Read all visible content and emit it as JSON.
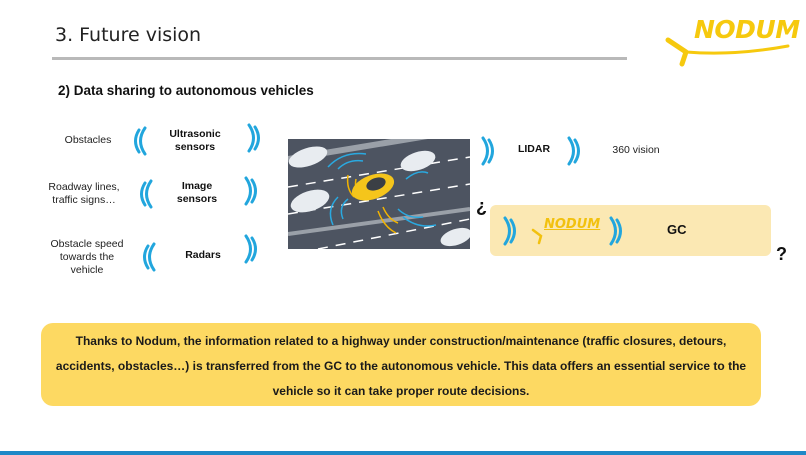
{
  "header": {
    "title": "3. Future vision"
  },
  "logo": {
    "text": "NODUM",
    "color": "#f6c90e"
  },
  "section": {
    "subtitle": "2) Data sharing to autonomous vehicles"
  },
  "sensors": {
    "left_items": [
      {
        "data": "Obstacles",
        "sensor": "Ultrasonic sensors"
      },
      {
        "data": "Roadway lines, traffic signs…",
        "sensor": "Image sensors"
      },
      {
        "data": "Obstacle speed towards the vehicle",
        "sensor": "Radars"
      }
    ],
    "lidar": {
      "sensor": "LIDAR",
      "data": "360 vision"
    }
  },
  "gc_panel": {
    "logo_text": "NODUM",
    "label": "GC",
    "question_open": "¿",
    "question_close": "?"
  },
  "note": {
    "text": "Thanks to Nodum, the information related to a highway under construction/maintenance (traffic closures, detours, accidents, obstacles…) is transferred from the GC to the autonomous vehicle. This data offers an essential service to the vehicle so it can take proper route decisions."
  },
  "colors": {
    "accent_blue": "#22a6dd",
    "highlight_yellow": "#fdd962",
    "pale_yellow": "#fbe8b3",
    "bottom_bar": "#1e88c7"
  }
}
